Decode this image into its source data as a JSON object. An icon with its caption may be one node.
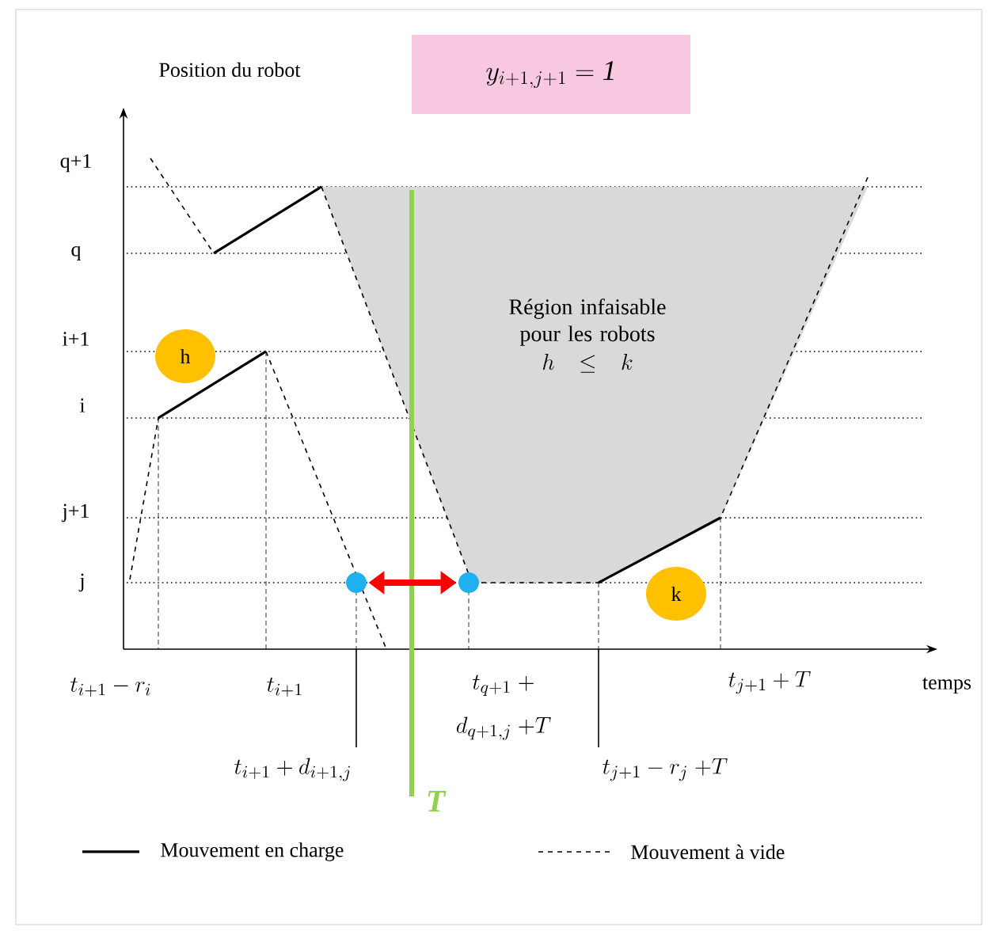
{
  "diagram": {
    "nodes": [
      {
        "text": [
          "y_{i+1,j+1}=\\mathit{1}"
        ]
      },
      {
        "text": [
          "Région infaisable pour les robots",
          "h\\ \\le\\ k"
        ]
      },
      {
        "text": [
          "h"
        ]
      },
      {
        "text": [
          "k"
        ]
      },
      {
        "text": [],
        "shape": "circle"
      },
      {
        "text": [],
        "shape": "circle"
      }
    ],
    "edges": [
      {
        "from": 4,
        "to": 5,
        "arrow": "both",
        "color": "#ff0000"
      }
    ],
    "labels": [
      "Position du robot",
      "q+1",
      "q",
      "i+1",
      "i",
      "j+1",
      "j",
      "t_{i+1}-r_i",
      "t_{i+1}",
      "t_{q+1}\\ +",
      "d_{q+1,j}\\ {+}T",
      "t_{j+1}+T",
      "temps",
      "t_{i+1}+d_{i+1,j}",
      "t_{j+1}-r_j\\ {+}T",
      "T"
    ],
    "legend": [
      {
        "text": "Mouvement en charge"
      },
      {
        "text": "Mouvement à vide"
      }
    ]
  }
}
